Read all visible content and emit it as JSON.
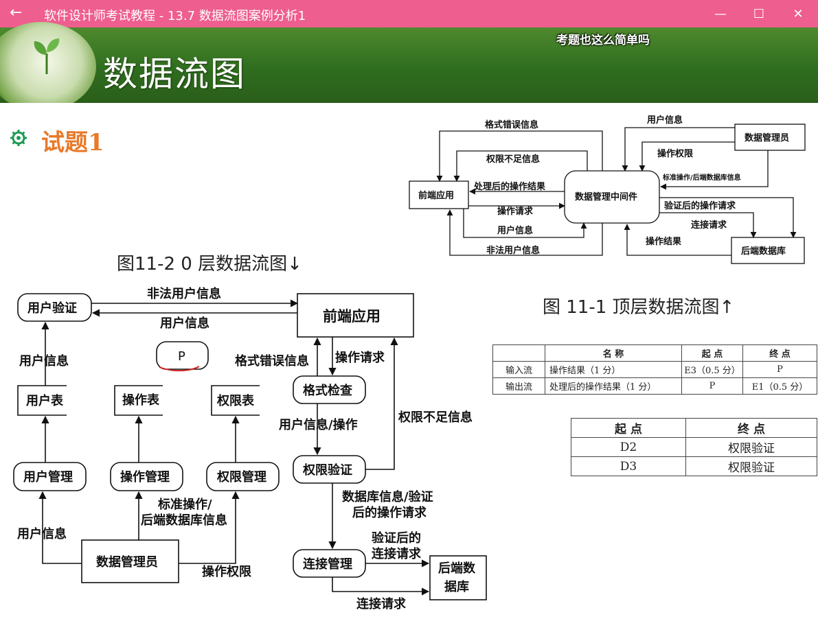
{
  "window": {
    "title": "软件设计师考试教程 - 13.7  数据流图案例分析1",
    "back_icon": "←",
    "minimize": "—",
    "maximize": "☐",
    "close": "✕"
  },
  "banner": {
    "heading": "数据流图",
    "subtitle": "考题也这么简单吗"
  },
  "slide": {
    "question_title": "试题1",
    "fig1_caption": "图 11-1  顶层数据流图↑",
    "fig2_caption": "图11-2  0 层数据流图↓",
    "top_dfd": {
      "nodes": {
        "frontend": "前端应用",
        "middleware": "数据管理中间件",
        "admin": "数据管理员",
        "backend": "后端数据库"
      },
      "flows": {
        "format_error": "格式错误信息",
        "perm_insufficient": "权限不足信息",
        "processed_result": "处理后的操作结果",
        "op_request": "操作请求",
        "user_info": "用户信息",
        "illegal_user": "非法用户信息",
        "admin_user_info": "用户信息",
        "op_perm": "操作权限",
        "std_op": "标准操作/后端数据库信息",
        "verified_request": "验证后的操作请求",
        "conn_request": "连接请求",
        "op_result": "操作结果"
      }
    },
    "level0_dfd": {
      "nodes": {
        "user_verify": "用户验证",
        "frontend": "前端应用",
        "p": "P",
        "user_table": "用户表",
        "op_table": "操作表",
        "perm_table": "权限表",
        "format_check": "格式检查",
        "user_mgmt": "用户管理",
        "op_mgmt": "操作管理",
        "perm_mgmt": "权限管理",
        "perm_verify": "权限验证",
        "admin": "数据管理员",
        "conn_mgmt": "连接管理",
        "backend_line1": "后端数",
        "backend_line2": "据库"
      },
      "flows": {
        "illegal_user": "非法用户信息",
        "user_info_top": "用户信息",
        "user_info_left": "用户信息",
        "format_error": "格式错误信息",
        "op_request": "操作请求",
        "user_info_op": "用户信息/操作",
        "perm_insufficient": "权限不足信息",
        "std_op_line1": "标准操作/",
        "std_op_line2": "后端数据库信息",
        "user_info_bottom": "用户信息",
        "op_perm": "操作权限",
        "db_info_line1": "数据库信息/验证",
        "db_info_line2": "后的操作请求",
        "verified_conn_line1": "验证后的",
        "verified_conn_line2": "连接请求",
        "conn_request": "连接请求"
      }
    },
    "table1": {
      "headers": [
        "",
        "名  称",
        "起  点",
        "终  点"
      ],
      "rows": [
        [
          "输入流",
          "操作结果（1 分）",
          "E3（0.5 分）",
          "P"
        ],
        [
          "输出流",
          "处理后的操作结果（1 分）",
          "P",
          "E1（0.5 分）"
        ]
      ]
    },
    "table2": {
      "headers": [
        "起  点",
        "终  点"
      ],
      "rows": [
        [
          "D2",
          "权限验证"
        ],
        [
          "D3",
          "权限验证"
        ]
      ]
    }
  }
}
